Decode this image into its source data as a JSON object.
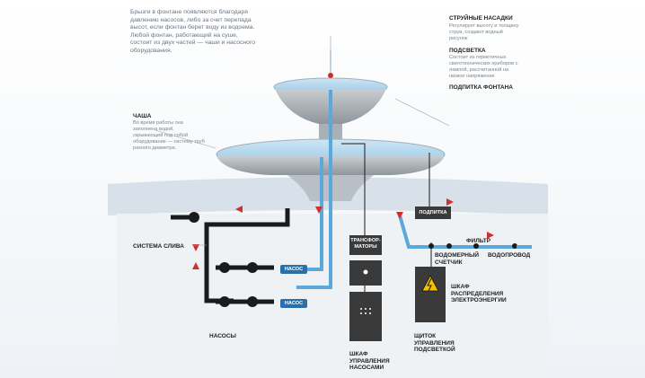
{
  "intro_text": "Брызги в фонтане появляются благодаря давлению насосов, либо за счет перепада высот, если фонтан берет воду из водоема. Любой фонтан, работающий на суше, состоит из двух частей — чаши и насосного оборудования.",
  "bowl": {
    "title": "ЧАША",
    "description": "Во время работы она заполнена водой, скрывающей под собой оборудование — систему труб разного диаметра."
  },
  "nozzles": {
    "title": "СТРУЙНЫЕ НАСАДКИ",
    "description": "Регулирует высоту и толщину струи, создают водный рисунок"
  },
  "lighting": {
    "title": "ПОДСВЕТКА",
    "description": "Состоит из герметичных светотехнических приборов с лампой, рассчитанной на низкое напряжение"
  },
  "fountain_feed": {
    "title": "ПОДПИТКА ФОНТАНА"
  },
  "drain_system": {
    "title": "СИСТЕМА СЛИВА"
  },
  "feed_box": {
    "label": "ПОДПИТКА"
  },
  "transformers": {
    "label": "ТРАНСФОР-МАТОРЫ"
  },
  "pump_tag_1": "НАСОС",
  "pump_tag_2": "НАСОС",
  "filter": {
    "title": "ФИЛЬТР"
  },
  "water_meter": {
    "title": "ВОДОМЕРНЫЙ СЧЕТЧИК"
  },
  "water_supply": {
    "title": "ВОДОПРОВОД"
  },
  "power_cabinet": {
    "title": "ШКАФ РАСПРЕДЕЛЕНИЯ ЭЛЕКТРОЭНЕРГИИ"
  },
  "pumps": {
    "title": "НАСОСЫ"
  },
  "light_panel": {
    "title": "ЩИТОК УПРАВЛЕНИЯ ПОДСВЕТКОЙ"
  },
  "pump_cabinet": {
    "title": "ШКАФ УПРАВЛЕНИЯ НАСОСАМИ"
  },
  "colors": {
    "water_pipe": "#5aa8dc",
    "dark_pipe": "#1b1b1b",
    "cabinet": "#3a3a3a",
    "arrow": "#d0302a",
    "ground": "#dde6ee"
  }
}
